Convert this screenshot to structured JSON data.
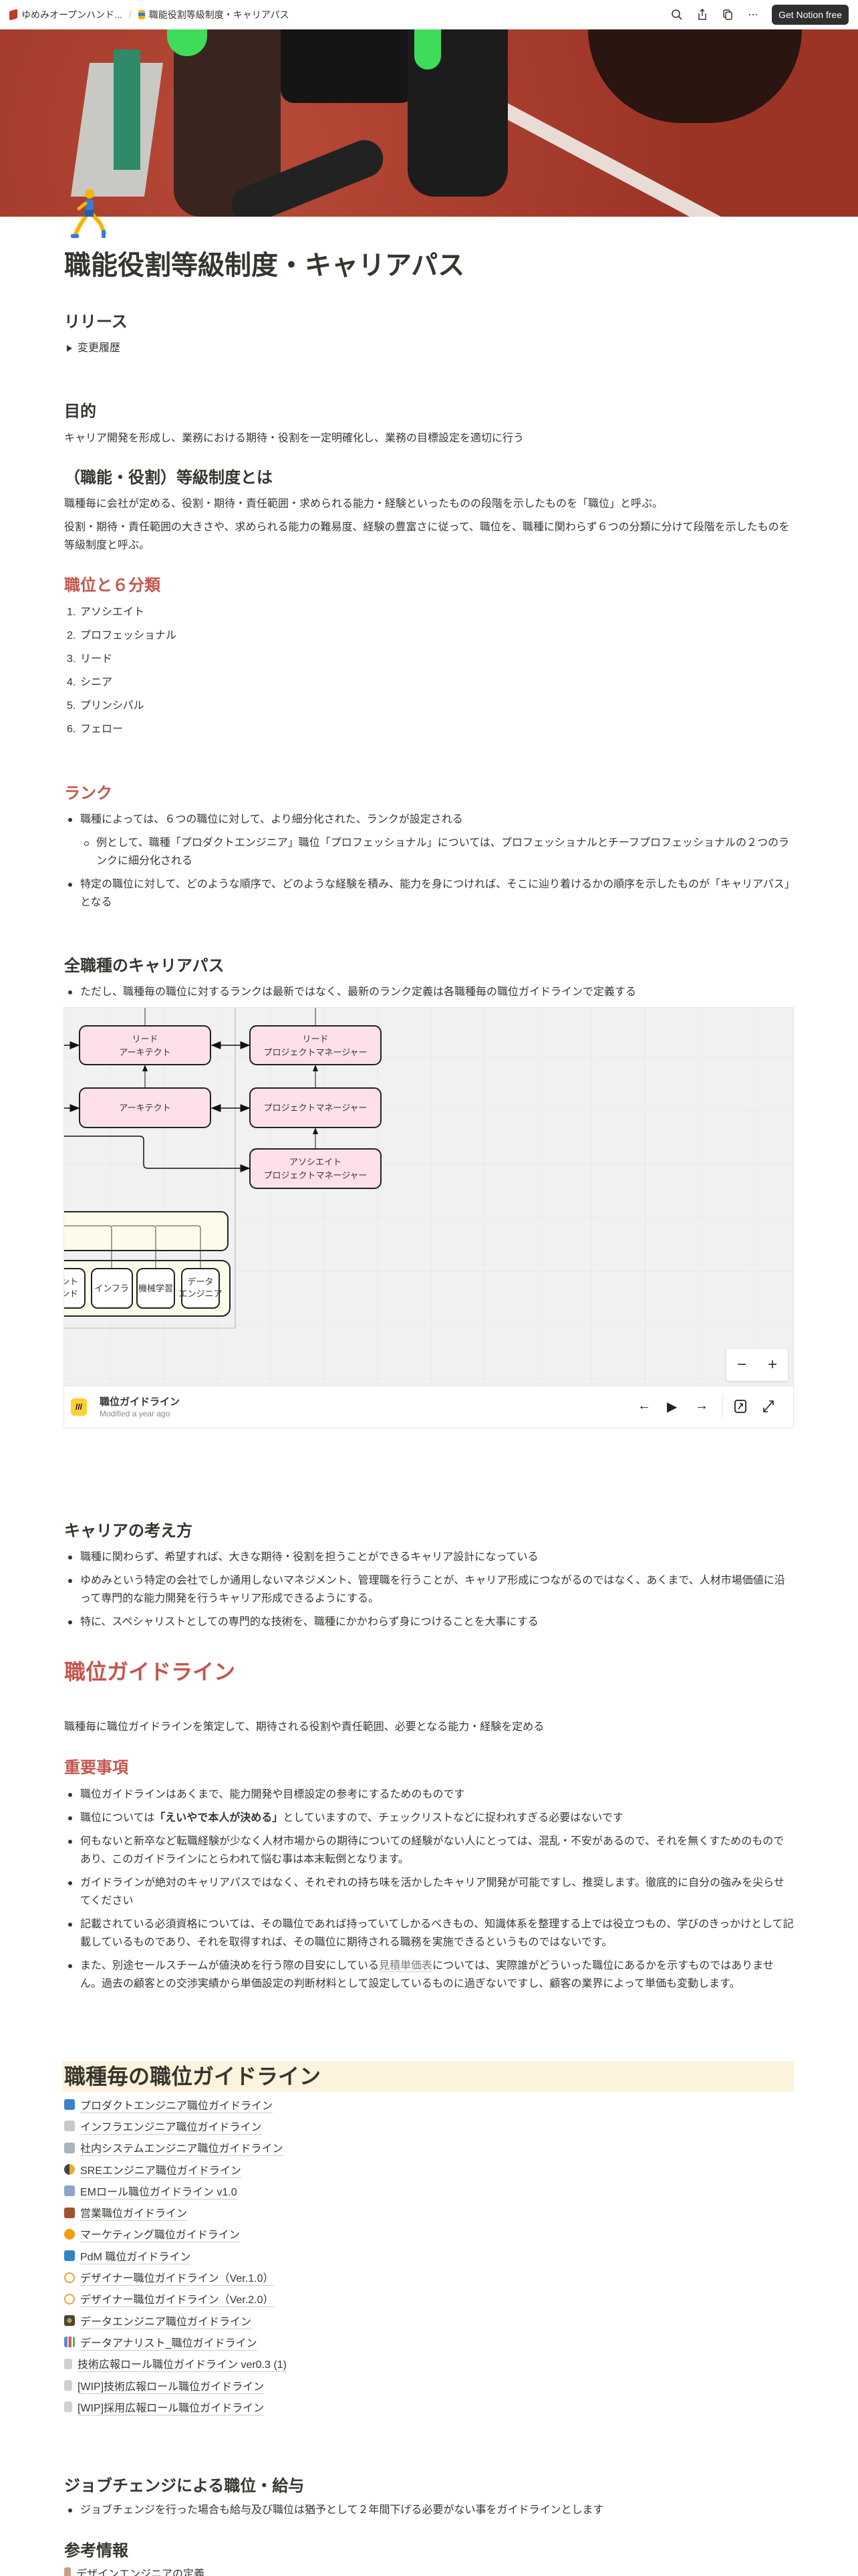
{
  "topbar": {
    "breadcrumbs": [
      {
        "label": "ゆめみオープンハンド...",
        "icon": "book-icon"
      },
      {
        "label": "職能役割等級制度・キャリアパス",
        "icon": "runner-icon"
      }
    ],
    "get_notion_label": "Get Notion free"
  },
  "page": {
    "icon": "runner-emoji",
    "title": "職能役割等級制度・キャリアパス"
  },
  "release": {
    "heading": "リリース",
    "toggle_label": "変更履歴"
  },
  "purpose": {
    "heading": "目的",
    "text": "キャリア開発を形成し、業務における期待・役割を一定明確化し、業務の目標設定を適切に行う"
  },
  "grade": {
    "heading": "（職能・役割）等級制度とは",
    "p1": "職種毎に会社が定める、役割・期待・責任範囲・求められる能力・経験といったものの段階を示したものを「職位」と呼ぶ。",
    "p2": "役割・期待・責任範囲の大きさや、求められる能力の難易度、経験の豊富さに従って、職位を、職種に関わらず６つの分類に分けて段階を示したものを等級制度と呼ぶ。"
  },
  "positions": {
    "heading": "職位と６分類",
    "items": [
      "アソシエイト",
      "プロフェッショナル",
      "リード",
      "シニア",
      "プリンシパル",
      "フェロー"
    ]
  },
  "rank": {
    "heading": "ランク",
    "b1": "職種によっては、６つの職位に対して、より細分化された、ランクが設定される",
    "b1_sub": "例として、職種「プロダクトエンジニア」職位「プロフェッショナル」については、プロフェッショナルとチーフプロフェッショナルの２つのランクに細分化される",
    "b2": "特定の職位に対して、どのような順序で、どのような経験を積み、能力を身につければ、そこに辿り着けるかの順序を示したものが「キャリアパス」となる"
  },
  "career_path": {
    "heading": "全職種のキャリアパス",
    "b1": "ただし、職種毎の職位に対するランクは最新ではなく、最新のランク定義は各職種毎の職位ガイドラインで定義する",
    "board": {
      "boxes": {
        "lead_architect": [
          "リード",
          "アーキテクト"
        ],
        "lead_pm": [
          "リード",
          "プロジェクトマネージャー"
        ],
        "architect": "アーキテクト",
        "pm": "プロジェクトマネージャー",
        "associate_pm": [
          "アソシエイト",
          "プロジェクトマネージャー"
        ],
        "partial": [
          "ント",
          "ンド"
        ],
        "infra": "インフラ",
        "ml": "機械学習",
        "data": [
          "データ",
          "エンジニア"
        ]
      },
      "zoom_out": "−",
      "zoom_in": "+",
      "title": "職位ガイドライン",
      "modified": "Modified a year ago"
    }
  },
  "career_mind": {
    "heading": "キャリアの考え方",
    "bullets": [
      "職種に関わらず、希望すれば、大きな期待・役割を担うことができるキャリア設計になっている",
      "ゆめみという特定の会社でしか通用しないマネジメント、管理職を行うことが、キャリア形成につながるのではなく、あくまで、人材市場価値に沿って専門的な能力開発を行うキャリア形成できるようにする。",
      "特に、スペシャリストとしての専門的な技術を、職種にかかわらず身につけることを大事にする"
    ]
  },
  "guideline": {
    "heading": "職位ガイドライン",
    "text": "職種毎に職位ガイドラインを策定して、期待される役割や責任範囲、必要となる能力・経験を定める"
  },
  "important": {
    "heading": "重要事項",
    "b1": "職位ガイドラインはあくまで、能力開発や目標設定の参考にするためのものです",
    "b2_pre": "職位については",
    "b2_bold": "「えいやで本人が決める」",
    "b2_post": "としていますので、チェックリストなどに捉われすぎる必要はないです",
    "b3": "何もないと新卒など転職経験が少なく人材市場からの期待についての経験がない人にとっては、混乱・不安があるので、それを無くすためのものであり、このガイドラインにとらわれて悩む事は本末転倒となります。",
    "b4": "ガイドラインが絶対のキャリアパスではなく、それぞれの持ち味を活かしたキャリア開発が可能ですし、推奨します。徹底的に自分の強みを尖らせてください",
    "b5": "記載されている必須資格については、その職位であれば持っていてしかるべきもの、知識体系を整理する上では役立つもの、学びのきっかけとして記載しているものであり、それを取得すれば、その職位に期待される職務を実施できるというものではないです。",
    "b6_pre": "また、別途セールスチームが値決めを行う際の目安にしている",
    "b6_link": "見積単価表",
    "b6_post": "については、実際誰がどういった職位にあるかを示すものではありません。過去の顧客との交渉実績から単価設定の判断材料として設定しているものに過ぎないですし、顧客の業界によって単価も変動します。"
  },
  "by_role": {
    "heading": "職種毎の職位ガイドライン",
    "items": [
      {
        "label": "プロダクトエンジニア職位ガイドライン",
        "icon": "mobile-phone-icon",
        "color": "#3b82c4"
      },
      {
        "label": "インフラエンジニア職位ガイドライン",
        "icon": "flexed-arm-icon",
        "color": "#c8c8c8"
      },
      {
        "label": "社内システムエンジニア職位ガイドライン",
        "icon": "office-building-icon",
        "color": "#a9b4c0"
      },
      {
        "label": "SREエンジニア職位ガイドライン",
        "icon": "half-moon-icon",
        "color": "#e0b030"
      },
      {
        "label": "EMロール職位ガイドライン v1.0",
        "icon": "technologist-icon",
        "color": "#8fa3c7"
      },
      {
        "label": "営業職位ガイドライン",
        "icon": "horse-icon",
        "color": "#a0522d"
      },
      {
        "label": "マーケティング職位ガイドライン",
        "icon": "orange-icon",
        "color": "#f39c12"
      },
      {
        "label": "PdM 職位ガイドライン",
        "icon": "shoe-icon",
        "color": "#2e86c1"
      },
      {
        "label": "デザイナー職位ガイドライン（Ver.1.0）",
        "icon": "compass-icon",
        "color": "#e8a33d"
      },
      {
        "label": "デザイナー職位ガイドライン（Ver.2.0）",
        "icon": "compass-icon",
        "color": "#e8a33d"
      },
      {
        "label": "データエンジニア職位ガイドライン",
        "icon": "disc-icon",
        "color": "#d4a020"
      },
      {
        "label": "データアナリスト_職位ガイドライン",
        "icon": "bar-chart-icon",
        "color": "#5b8bd0"
      },
      {
        "label": "技術広報ロール職位ガイドライン ver0.3 (1)",
        "icon": "page-icon",
        "color": "#d0d0d0"
      },
      {
        "label": "[WIP]技術広報ロール職位ガイドライン",
        "icon": "page-icon",
        "color": "#d0d0d0"
      },
      {
        "label": "[WIP]採用広報ロール職位ガイドライン",
        "icon": "page-icon",
        "color": "#d0d0d0"
      }
    ]
  },
  "job_change": {
    "heading": "ジョブチェンジによる職位・給与",
    "b1": "ジョブチェンジを行った場合も給与及び職位は猶予として２年間下げる必要がない事をガイドラインとします"
  },
  "references": {
    "heading": "参考情報",
    "items": [
      {
        "label": "デザインエンジニアの定義",
        "icon": "person-icon"
      }
    ]
  },
  "colors": {
    "red_heading": "#c4554d",
    "highlight": "#fbf3db",
    "pink_box": "#fde0e8",
    "yellow_box": "#fdfbea"
  }
}
